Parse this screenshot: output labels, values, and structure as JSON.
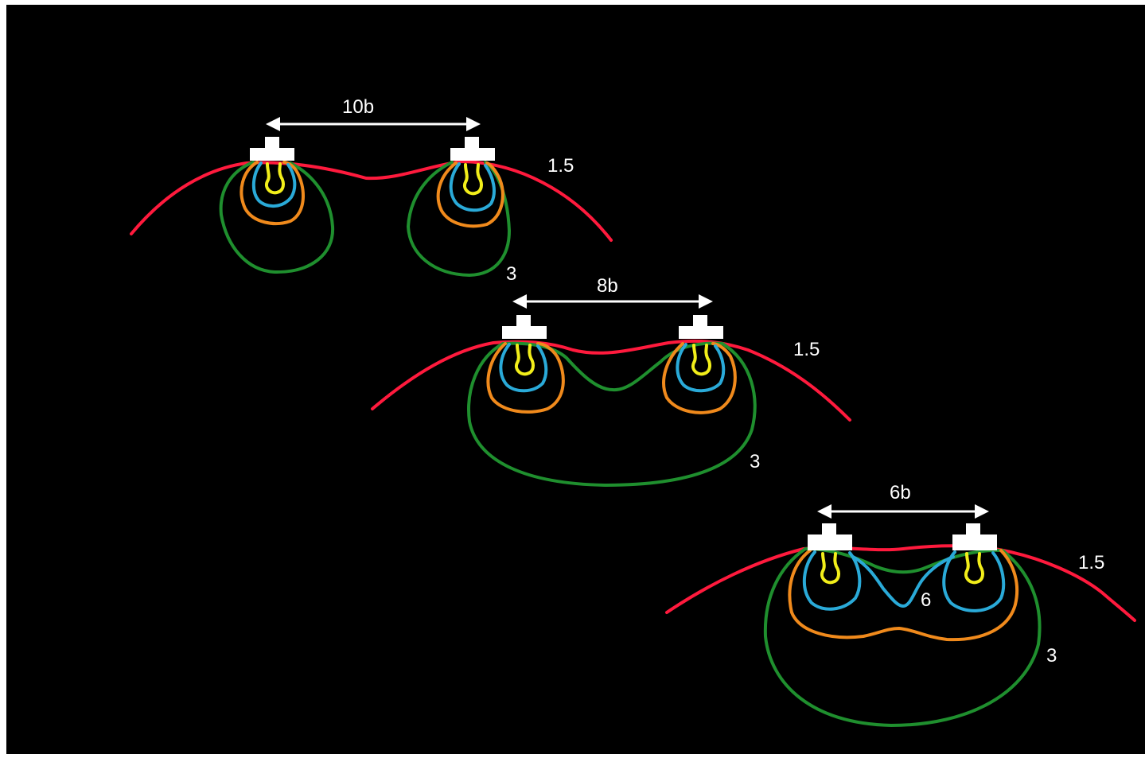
{
  "colors": {
    "background": "#000000",
    "text": "#ffffff",
    "arrow": "#ffffff",
    "source": "#ffffff",
    "contour_1_5": "#ff1a3d",
    "contour_3": "#1f8f2e",
    "contour_6": "#f08a1c",
    "contour_inner_blue": "#2aaad8",
    "contour_inner_yellow": "#f2ee1a"
  },
  "panels": [
    {
      "spacing_label": "10b",
      "outer_contour_label": "1.5",
      "mid_contour_label": "3"
    },
    {
      "spacing_label": "8b",
      "outer_contour_label": "1.5",
      "mid_contour_label": "3"
    },
    {
      "spacing_label": "6b",
      "outer_contour_label": "1.5",
      "mid_contour_label": "3",
      "inner_contour_label": "6"
    }
  ]
}
